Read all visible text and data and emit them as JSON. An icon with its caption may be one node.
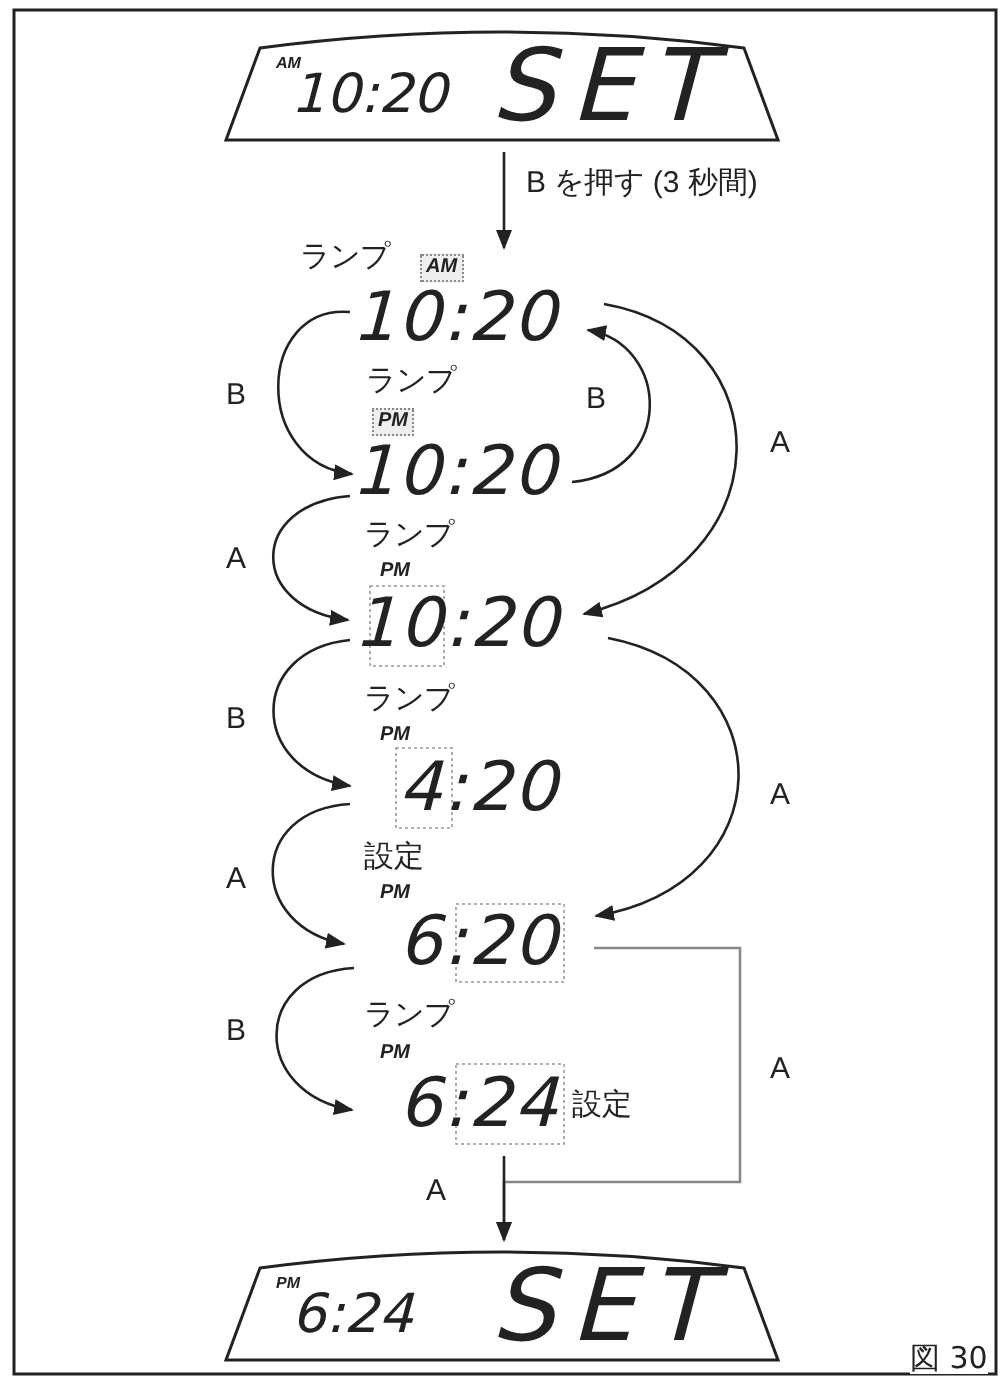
{
  "diagram": {
    "nodes": [
      {
        "text": [
          "AM",
          "10:20",
          "SET"
        ]
      },
      {
        "text": [
          "AM",
          "10:20"
        ],
        "beside": [
          "ランプ"
        ]
      },
      {
        "text": [
          "PM",
          "10:20"
        ],
        "beside": [
          "ランプ"
        ]
      },
      {
        "text": [
          "PM",
          "10:20"
        ],
        "beside": [
          "ランプ"
        ]
      },
      {
        "text": [
          "PM",
          "4:20"
        ],
        "beside": [
          "ランプ"
        ]
      },
      {
        "text": [
          "PM",
          "6:20"
        ],
        "beside": [
          "設定"
        ]
      },
      {
        "text": [
          "PM",
          "6:24"
        ],
        "beside": [
          "ランプ",
          "設定"
        ]
      },
      {
        "text": [
          "PM",
          "6:24",
          "SET"
        ]
      }
    ],
    "edges": [
      {
        "from": 0,
        "to": 1,
        "arrow": "to",
        "label": "B を押す (3 秒間)"
      },
      {
        "from": 1,
        "to": 2,
        "arrow": "to",
        "label": "B"
      },
      {
        "from": 2,
        "to": 1,
        "arrow": "to",
        "label": "B"
      },
      {
        "from": 1,
        "to": 3,
        "arrow": "to",
        "label": "A"
      },
      {
        "from": 2,
        "to": 3,
        "arrow": "to",
        "label": "A"
      },
      {
        "from": 3,
        "to": 4,
        "arrow": "to",
        "label": "B"
      },
      {
        "from": 3,
        "to": 5,
        "arrow": "to",
        "label": "A"
      },
      {
        "from": 4,
        "to": 5,
        "arrow": "to",
        "label": "A"
      },
      {
        "from": 5,
        "to": 6,
        "arrow": "to",
        "label": "B"
      },
      {
        "from": 5,
        "to": 7,
        "arrow": "to",
        "label": "A",
        "color": "#888888"
      },
      {
        "from": 6,
        "to": 7,
        "arrow": "to",
        "label": "A"
      }
    ],
    "labels": [
      "図 30"
    ]
  }
}
